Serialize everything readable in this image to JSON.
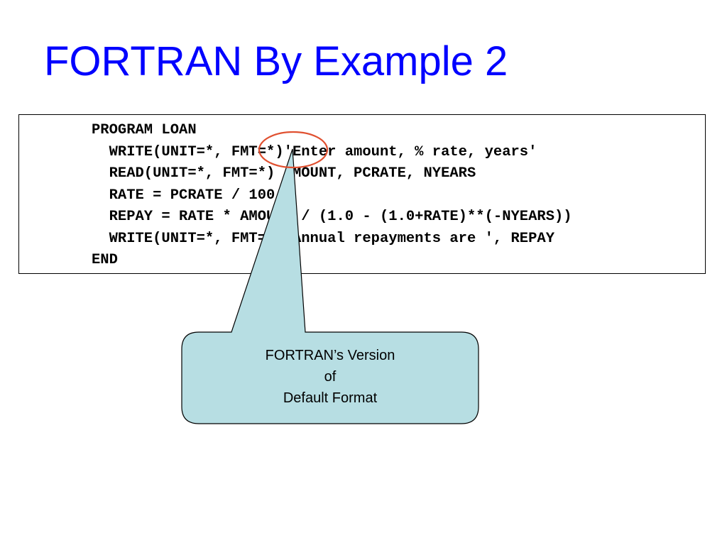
{
  "slide": {
    "title": "FORTRAN By Example 2"
  },
  "code": {
    "lines": [
      "PROGRAM LOAN",
      "  WRITE(UNIT=*, FMT=*)'Enter amount, % rate, years'",
      "  READ(UNIT=*, FMT=*) AMOUNT, PCRATE, NYEARS",
      "  RATE = PCRATE / 100.0",
      "  REPAY = RATE * AMOUNT / (1.0 - (1.0+RATE)**(-NYEARS))",
      "  WRITE(UNIT=*, FMT=*)'Annual repayments are ', REPAY",
      "END"
    ]
  },
  "callout": {
    "lines": [
      "FORTRAN’s Version",
      "of",
      "Default Format"
    ],
    "fill_color": "#b7dee3",
    "highlight_color": "#e05030"
  },
  "colors": {
    "title": "#0000ff"
  }
}
